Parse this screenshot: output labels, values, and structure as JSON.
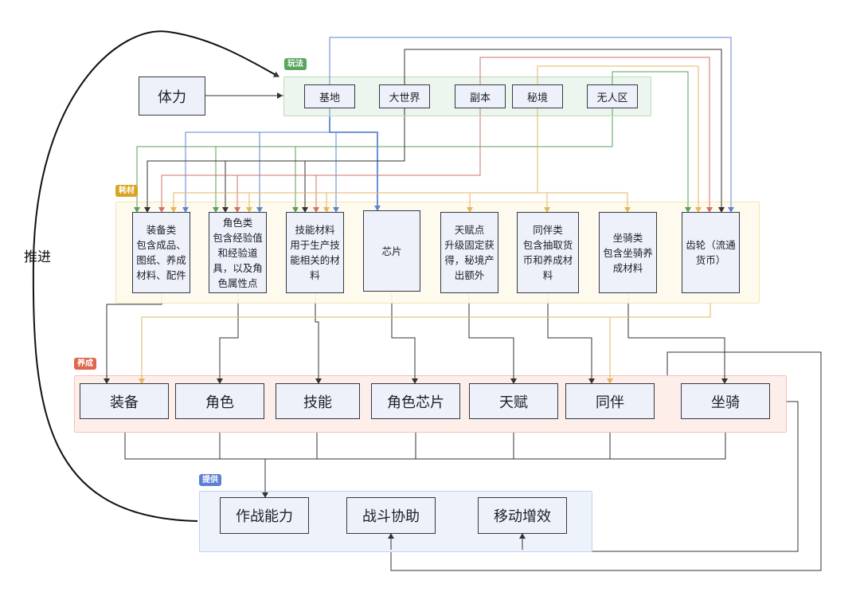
{
  "groups": {
    "play": "玩法",
    "cost": "耗材",
    "develop": "养成",
    "provide": "提供"
  },
  "stamina": "体力",
  "push": "推进",
  "play_items": [
    "基地",
    "大世界",
    "副本",
    "秘境",
    "无人区"
  ],
  "materials": [
    {
      "lines": [
        "装备类",
        "包含成品、",
        "图纸、养成",
        "材料、配件"
      ]
    },
    {
      "lines": [
        "角色类",
        "包含经验值",
        "和经验道",
        "具，以及角",
        "色属性点"
      ]
    },
    {
      "lines": [
        "技能材料",
        "用于生产技",
        "能相关的材",
        "料"
      ]
    },
    {
      "lines": [
        "芯片"
      ]
    },
    {
      "lines": [
        "天赋点",
        "升级固定获",
        "得，秘境产",
        "出额外"
      ]
    },
    {
      "lines": [
        "同伴类",
        "包含抽取货",
        "币和养成材",
        "料"
      ]
    },
    {
      "lines": [
        "坐骑类",
        "包含坐骑养",
        "成材料"
      ]
    },
    {
      "lines": [
        "齿轮（流通",
        "货币）"
      ]
    }
  ],
  "develop_items": [
    "装备",
    "角色",
    "技能",
    "角色芯片",
    "天赋",
    "同伴",
    "坐骑"
  ],
  "provide_items": [
    "作战能力",
    "战斗协助",
    "移动增效"
  ],
  "colors": {
    "play_bg": "#edf6ee",
    "play_border": "#b9dcbd",
    "play_tag": "#58a65c",
    "cost_bg": "#fefaec",
    "cost_border": "#f3e3ad",
    "cost_tag": "#d9a520",
    "develop_bg": "#fdeeea",
    "develop_border": "#f2c3b8",
    "develop_tag": "#e0674d",
    "provide_bg": "#edf2fb",
    "provide_border": "#c3d1ee",
    "provide_tag": "#5e80d4",
    "line_blue": "#5b86d1",
    "line_dark": "#333333",
    "line_red": "#d0716a",
    "line_orange": "#e6b65c",
    "line_green": "#55a15a"
  }
}
